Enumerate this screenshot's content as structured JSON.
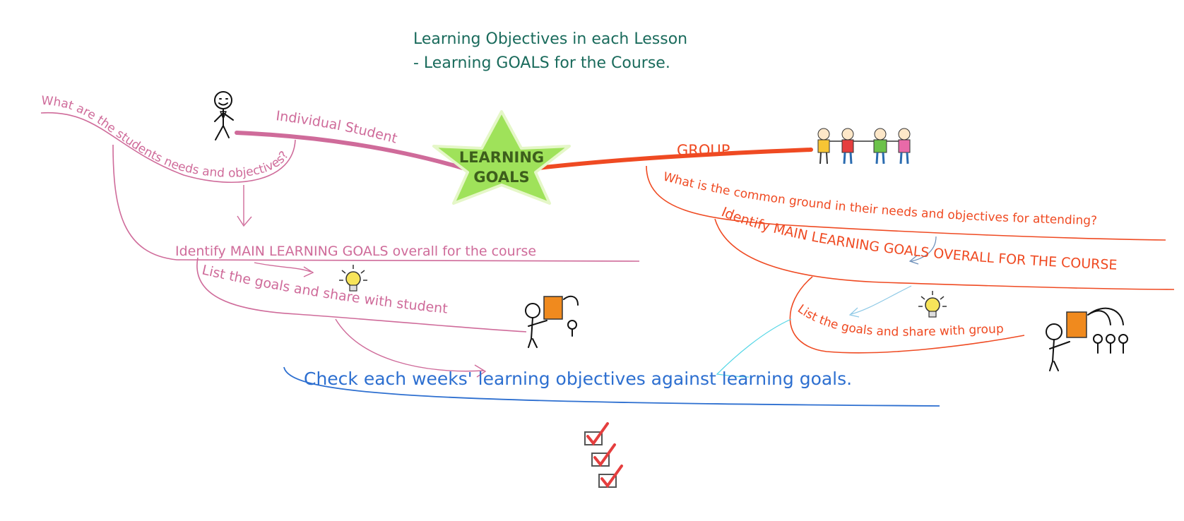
{
  "title": {
    "line1": "Learning Objectives in each Lesson",
    "line2": "- Learning GOALS for the Course."
  },
  "center": {
    "line1": "LEARNING",
    "line2": "GOALS"
  },
  "individual": {
    "branch_label": "Individual Student",
    "question": "What are the students needs and objectives?",
    "identify": "Identify MAIN LEARNING GOALS overall for the course",
    "list": "List the goals and share with student"
  },
  "group": {
    "branch_label": "GROUP",
    "question": "What is the common ground in their needs and objectives for attending?",
    "identify": "Identify MAIN LEARNING GOALS OVERALL FOR THE COURSE",
    "list": "List the goals and share with group"
  },
  "check": "Check each weeks' learning objectives against learning goals.",
  "colors": {
    "individual": "#cf6b9a",
    "group": "#ef4a22",
    "check": "#2d6fd0",
    "title": "#1a6b5c",
    "star": "#9fe25a",
    "center_text": "#3d5f1c"
  },
  "icons": [
    "stick-figure-icon",
    "children-group-icon",
    "lightbulb-icon",
    "teacher-book-icon",
    "checklist-icon"
  ]
}
